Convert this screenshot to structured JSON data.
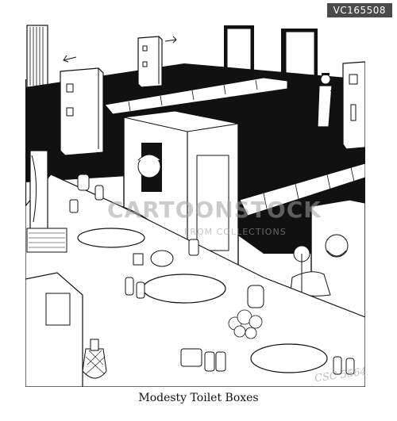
{
  "stock_id": "VC165508",
  "caption": "Modesty Toilet Boxes",
  "watermark": {
    "main": "CARTOONSTOCK",
    "sub": "FROM COLLECTIONS"
  },
  "catalogue_note": "CSC 5564",
  "colors": {
    "ink": "#111111",
    "paper": "#ffffff",
    "badge": "#4a4a4a"
  }
}
